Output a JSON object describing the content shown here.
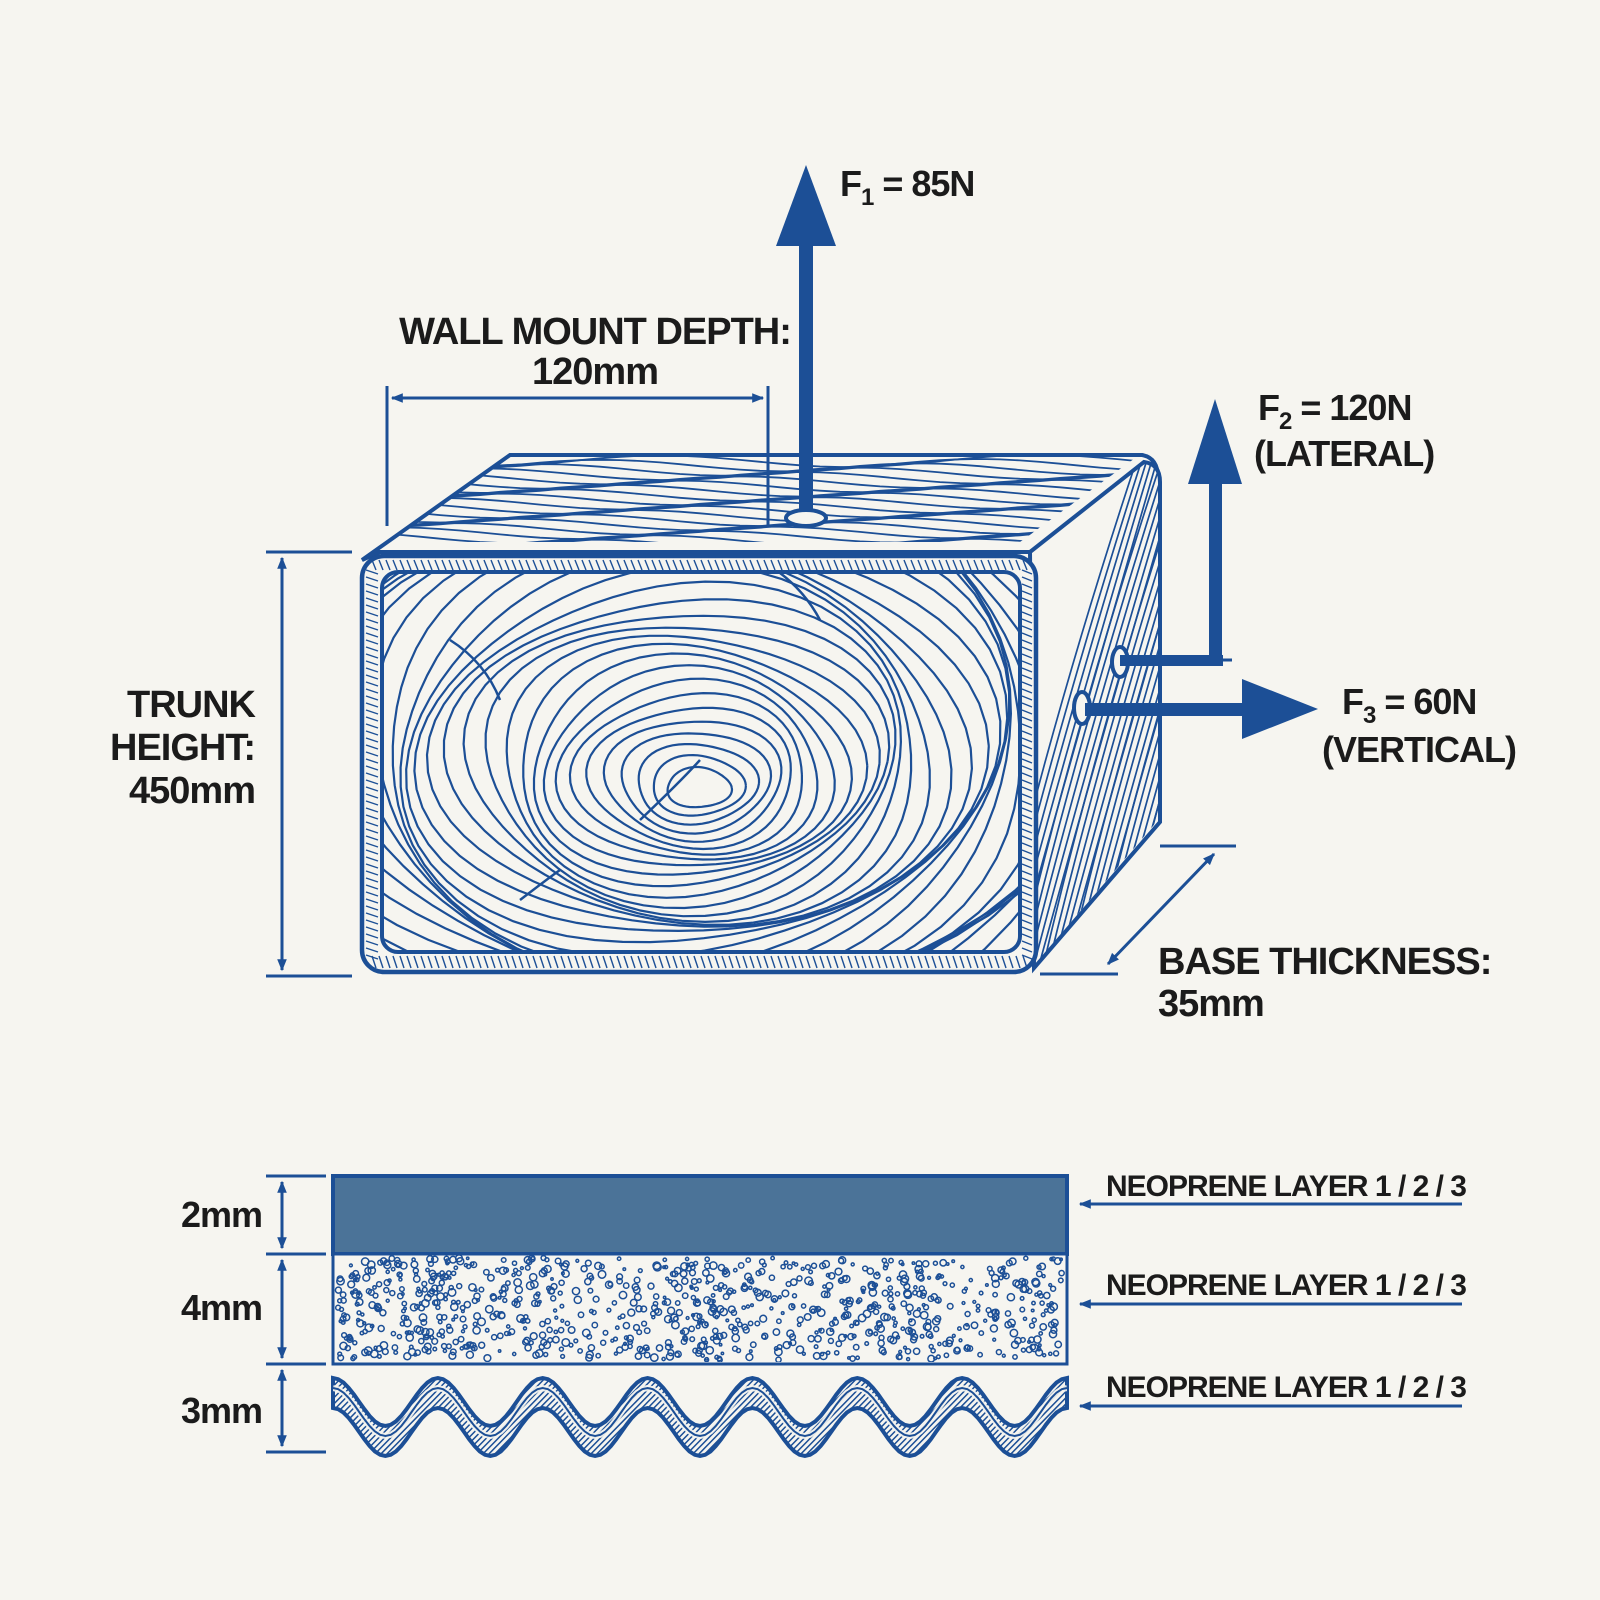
{
  "colors": {
    "ink": "#1c4f96",
    "text": "#1b1b1b",
    "paper": "#f6f5f0",
    "top_layer_fill": "#4b7398"
  },
  "labels": {
    "f1": {
      "prefix": "F",
      "sub": "1",
      "value": " = 85N"
    },
    "f2": {
      "prefix": "F",
      "sub": "2",
      "value": " = 120N",
      "note": "(LATERAL)"
    },
    "f3": {
      "prefix": "F",
      "sub": "3",
      "value": " = 60N",
      "note": "(VERTICAL)"
    },
    "wall_mount": {
      "line1": "WALL MOUNT DEPTH:",
      "line2": "120mm"
    },
    "trunk": {
      "line1": "TRUNK",
      "line2": "HEIGHT:",
      "line3": "450mm"
    },
    "base": {
      "line1": "BASE THICKNESS:",
      "line2": "35mm"
    }
  },
  "layers": [
    {
      "thickness": "2mm",
      "name": "NEOPRENE LAYER 1 / 2 / 3",
      "texture": "solid"
    },
    {
      "thickness": "4mm",
      "name": "NEOPRENE LAYER 1 / 2 / 3",
      "texture": "dotted-foam"
    },
    {
      "thickness": "3mm",
      "name": "NEOPRENE LAYER 1 / 2 / 3",
      "texture": "corrugated"
    }
  ]
}
